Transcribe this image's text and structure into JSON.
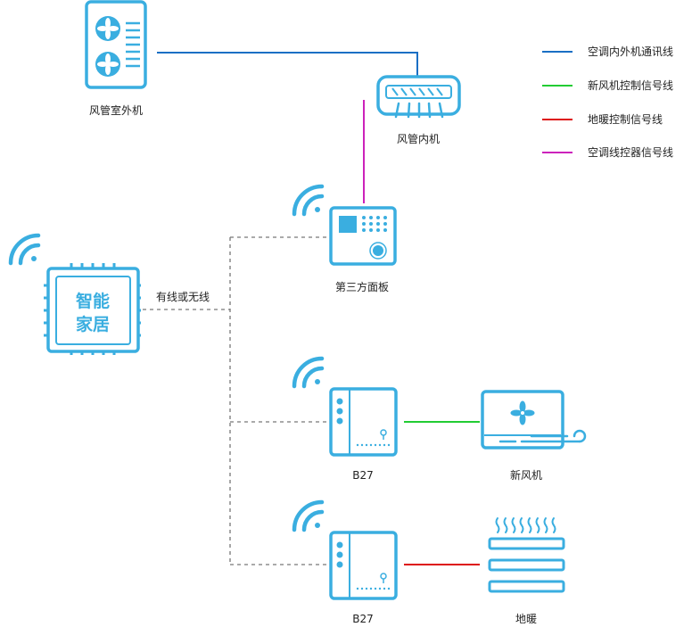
{
  "labels": {
    "outdoor_unit": "风管室外机",
    "indoor_unit": "风管内机",
    "third_party_panel": "第三方面板",
    "hub_line1": "智能",
    "hub_line2": "家居",
    "connection": "有线或无线",
    "b27_top": "B27",
    "b27_bottom": "B27",
    "fresh_air": "新风机",
    "floor_heating": "地暖"
  },
  "legend": [
    {
      "label": "空调内外机通讯线",
      "color": "#1a6fc4"
    },
    {
      "label": "新风机控制信号线",
      "color": "#22cc33"
    },
    {
      "label": "地暖控制信号线",
      "color": "#dd1111"
    },
    {
      "label": "空调线控器信号线",
      "color": "#cc22bb"
    }
  ],
  "colors": {
    "device": "#3aaee0",
    "dashed": "#777777",
    "comm": "#1a6fc4",
    "fresh_air_signal": "#22cc33",
    "floor_heating_signal": "#dd1111",
    "controller_signal": "#cc22bb"
  }
}
